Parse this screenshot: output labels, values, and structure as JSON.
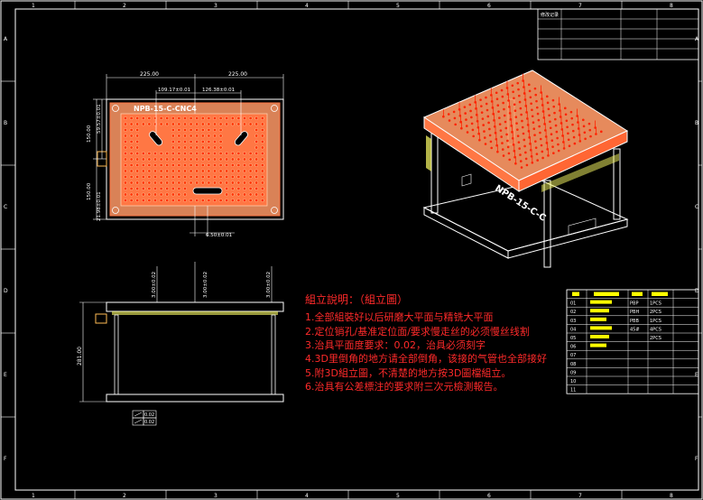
{
  "drawing": {
    "part_number": "NPB-15-C-CNC4",
    "iso_part_label": "NPB-15-C-C",
    "border_col_labels": [
      "1",
      "2",
      "3",
      "4",
      "5",
      "6",
      "7",
      "8"
    ],
    "border_row_labels": [
      "A",
      "B",
      "C",
      "D",
      "E",
      "F"
    ]
  },
  "dimensions": {
    "top_left_width": "225.00",
    "top_right_width": "225.00",
    "inner_left": "109.17±0.01",
    "inner_right": "126.38±0.01",
    "left_upper_a": "59.57±0.01",
    "left_upper_b": "150.00",
    "left_lower_a": "150.00",
    "left_lower_b": "21.98±0.01",
    "bottom_slot": "6.50±0.01",
    "side_left": "3.00±0.02",
    "side_mid": "3.00±0.02",
    "side_right": "3.00±0.02",
    "side_height": "281.00",
    "flatness_value_1": "0.02",
    "flatness_value_2": "0.02"
  },
  "notes": {
    "title": "組立說明：（組立圖）",
    "lines": [
      "1.全部組裝好以后研磨大平面与精铣大平面",
      "2.定位销孔/基准定位面/要求慢走丝的必须慢丝线割",
      "3.治具平面度要求：0.02，治具必须刻字",
      "4.3D里倒角的地方请全部倒角，该接的气管也全部接好",
      "5.附3D組立圖，不清楚的地方按3D圖檔組立。",
      "6.治具有公差標注的要求附三次元檢測報告。"
    ]
  },
  "bom": {
    "rows": [
      {
        "no": "01",
        "spec": "PBP",
        "qty": "1PCS"
      },
      {
        "no": "02",
        "spec": "PBH",
        "qty": "2PCS"
      },
      {
        "no": "03",
        "spec": "PBB",
        "qty": "1PCS"
      },
      {
        "no": "04",
        "spec": "45#",
        "qty": "4PCS"
      },
      {
        "no": "05",
        "spec": "",
        "qty": "2PCS"
      },
      {
        "no": "06",
        "spec": "",
        "qty": ""
      },
      {
        "no": "07",
        "spec": "",
        "qty": ""
      },
      {
        "no": "08",
        "spec": "",
        "qty": ""
      },
      {
        "no": "09",
        "spec": "",
        "qty": ""
      },
      {
        "no": "10",
        "spec": "",
        "qty": ""
      },
      {
        "no": "11",
        "spec": "",
        "qty": ""
      }
    ]
  },
  "title_block": {
    "header": "修改记录"
  },
  "colors": {
    "background": "#000000",
    "outline": "#ffffff",
    "part_fill": "#ff9966",
    "hole": "#ff3300",
    "dimension": "#ffffff",
    "note_text": "#ff2a2a",
    "bom_highlight": "#ffff00",
    "slot": "#ffffff"
  }
}
